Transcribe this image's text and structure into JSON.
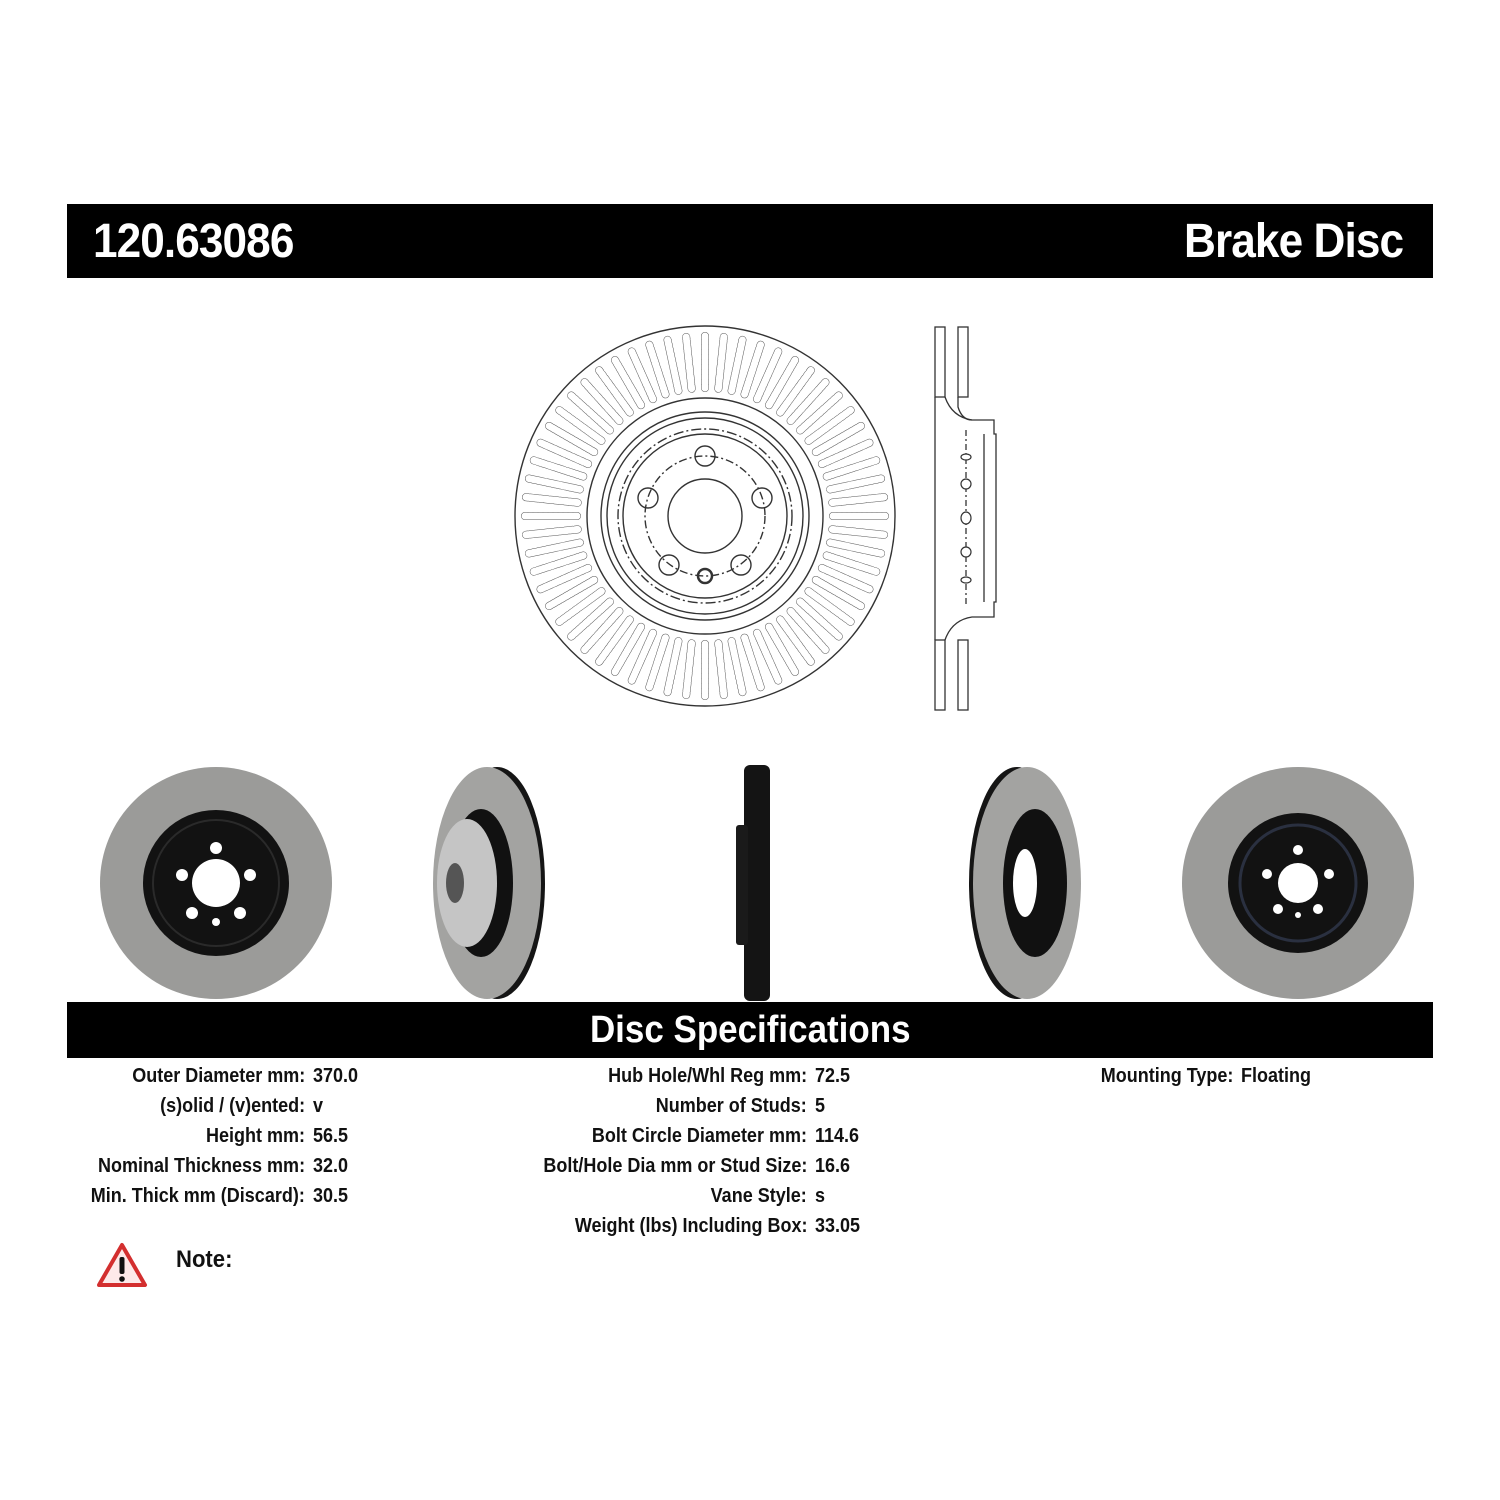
{
  "header": {
    "part_number": "120.63086",
    "product_type": "Brake Disc"
  },
  "section": {
    "title": "Disc Specifications"
  },
  "specs": {
    "column1": [
      {
        "label": "Outer Diameter mm:",
        "value": "370.0"
      },
      {
        "label": "(s)olid / (v)ented:",
        "value": "v"
      },
      {
        "label": "Height mm:",
        "value": "56.5"
      },
      {
        "label": "Nominal Thickness mm:",
        "value": "32.0"
      },
      {
        "label": "Min. Thick mm (Discard):",
        "value": "30.5"
      }
    ],
    "column2": [
      {
        "label": "Hub Hole/Whl Reg mm:",
        "value": "72.5"
      },
      {
        "label": "Number of Studs:",
        "value": "5"
      },
      {
        "label": "Bolt Circle Diameter mm:",
        "value": "114.6"
      },
      {
        "label": "Bolt/Hole Dia mm or Stud Size:",
        "value": "16.6"
      },
      {
        "label": "Vane Style:",
        "value": "s"
      },
      {
        "label": "Weight (lbs) Including Box:",
        "value": "33.05"
      }
    ],
    "column3": [
      {
        "label": "Mounting Type:",
        "value": "Floating"
      }
    ]
  },
  "note": {
    "icon": "warning-icon",
    "label": "Note:",
    "text": ""
  },
  "drawings": {
    "front_view": "disc-front-technical-drawing",
    "section_view": "disc-cross-section-drawing"
  },
  "photos": [
    {
      "view": "front"
    },
    {
      "view": "angled-left"
    },
    {
      "view": "edge"
    },
    {
      "view": "angled-right"
    },
    {
      "view": "back"
    }
  ],
  "colors": {
    "bar": "#000000",
    "bar_text": "#ffffff",
    "rotor_face": "#9a9a98",
    "hat": "#111111",
    "warning_red": "#d32f2f"
  }
}
